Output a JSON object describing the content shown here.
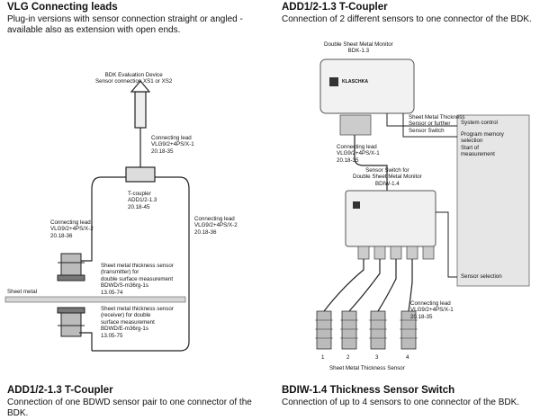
{
  "left_top": {
    "title": "VLG Connecting leads",
    "desc": "Plug-in versions with sensor connection straight or angled - available also as extension with open ends."
  },
  "right_top": {
    "title": "ADD1/2-1.3 T-Coupler",
    "desc": "Connection of 2 different sensors to one connector of the BDK."
  },
  "left_bottom": {
    "title": "ADD1/2-1.3 T-Coupler",
    "desc": "Connection of one BDWD sensor pair to one connector of the BDK."
  },
  "right_bottom": {
    "title": "BDIW-1.4 Thickness Sensor Switch",
    "desc": "Connection of up to 4 sensors to one connector of the BDK."
  },
  "left_diagram": {
    "bdk_device": [
      "BDK Evaluation Device",
      "Sensor connection XS1 or XS2"
    ],
    "lead_top": [
      "Connecting lead",
      "VLG9/2+4PS/X-1",
      "20.18-35"
    ],
    "tcoupler": [
      "T-coupler",
      "ADD1/2-1.3",
      "20.18-45"
    ],
    "lead_left": [
      "Connecting lead",
      "VLG9/2+4PS/X-2",
      "20.18-36"
    ],
    "lead_right": [
      "Connecting lead",
      "VLG9/2+4PS/X-2",
      "20.18-36"
    ],
    "sensor_transmitter": [
      "Sheet metal thickness sensor",
      "(transmitter) for",
      "double surface measurement",
      "BDWD/S-m36rg-1s",
      "13.05-74"
    ],
    "sheet_metal": "Sheet metal",
    "sensor_receiver": [
      "Sheet metal thickness sensor",
      "(receiver) for double",
      "surface measurement",
      "BDWD/E-m36rg-1s",
      "13.05-75"
    ]
  },
  "right_diagram": {
    "monitor": [
      "Double Sheet Metal Monitor",
      "BDK-1.3"
    ],
    "brand": "KLASCHKA",
    "sheet_thickness": [
      "Sheet Metal Thickness",
      "Sensor or further",
      "Sensor Switch"
    ],
    "system_control": "System control",
    "program_memory": [
      "Program memory",
      "selection",
      "Start of",
      "measurement"
    ],
    "lead_top": [
      "Connecting lead",
      "VLG9/2+4PS/X-1",
      "20.18-35"
    ],
    "sensor_switch": [
      "Sensor Switch for",
      "Double Sheet Metal Monitor",
      "BDIW-1.4"
    ],
    "sensor_selection": "Sensor selection",
    "lead_bottom": [
      "Connecting lead",
      "VLG9/2+4PS/X-1",
      "20.18-35"
    ],
    "numbers": [
      "1",
      "2",
      "3",
      "4"
    ],
    "bottom_caption": "Sheet Metal Thickness Sensor"
  }
}
